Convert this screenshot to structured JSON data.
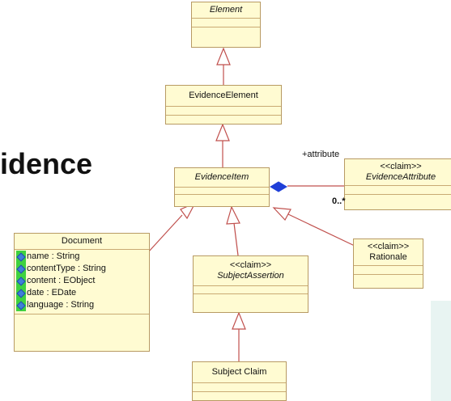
{
  "slide": {
    "title_fragment": "idence"
  },
  "classes": {
    "element": {
      "name": "Element"
    },
    "evidence_element": {
      "name": "EvidenceElement"
    },
    "evidence_item": {
      "name": "EvidenceItem"
    },
    "evidence_attribute": {
      "stereotype": "<<claim>>",
      "name": "EvidenceAttribute"
    },
    "document": {
      "name": "Document",
      "attributes": [
        "name : String",
        "contentType : String",
        "content : EObject",
        "date : EDate",
        "language : String"
      ]
    },
    "subject_assertion": {
      "stereotype": "<<claim>>",
      "name": "SubjectAssertion"
    },
    "rationale": {
      "stereotype": "<<claim>>",
      "name": "Rationale"
    },
    "subject_claim": {
      "name": "Subject Claim"
    }
  },
  "association": {
    "role": "+attribute",
    "multiplicity": "0..*"
  },
  "colors": {
    "class_fill": "#fffbd2",
    "class_border": "#b89a63",
    "connector": "#c0504d",
    "diamond": "#1f3fd8"
  }
}
